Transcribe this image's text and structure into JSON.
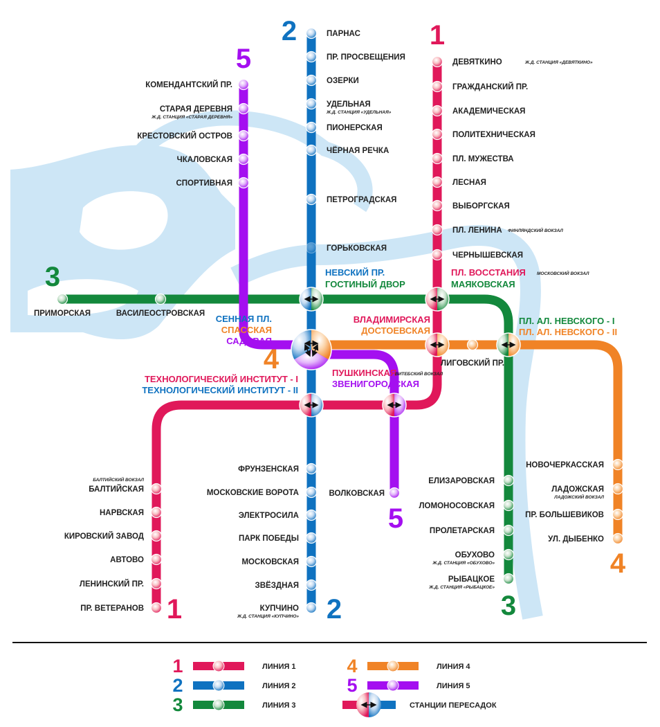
{
  "colors": {
    "line1": "#e0185a",
    "line2": "#0f72c0",
    "line3": "#13883c",
    "line4": "#f08326",
    "line5": "#a40ff0",
    "river": "#cde6f6"
  },
  "lines": [
    {
      "number": "1",
      "stations_north": [
        {
          "name": "ДЕВЯТКИНО",
          "note": "Ж.Д. СТАНЦИЯ «ДЕВЯТКИНО»"
        },
        {
          "name": "ГРАЖДАНСКИЙ ПР."
        },
        {
          "name": "АКАДЕМИЧЕСКАЯ"
        },
        {
          "name": "ПОЛИТЕХНИЧЕСКАЯ"
        },
        {
          "name": "ПЛ. МУЖЕСТВА"
        },
        {
          "name": "ЛЕСНАЯ"
        },
        {
          "name": "ВЫБОРГСКАЯ"
        },
        {
          "name": "ПЛ. ЛЕНИНА",
          "note": "ФИНЛЯНДСКИЙ ВОКЗАЛ"
        },
        {
          "name": "ЧЕРНЫШЕВСКАЯ"
        }
      ],
      "stations_south": [
        {
          "name": "БАЛТИЙСКАЯ",
          "note": "БАЛТИЙСКИЙ ВОКЗАЛ"
        },
        {
          "name": "НАРВСКАЯ"
        },
        {
          "name": "КИРОВСКИЙ ЗАВОД"
        },
        {
          "name": "АВТОВО"
        },
        {
          "name": "ЛЕНИНСКИЙ ПР."
        },
        {
          "name": "ПР. ВЕТЕРАНОВ"
        }
      ]
    },
    {
      "number": "2",
      "stations_north": [
        {
          "name": "ПАРНАС"
        },
        {
          "name": "ПР. ПРОСВЕЩЕНИЯ"
        },
        {
          "name": "ОЗЕРКИ"
        },
        {
          "name": "УДЕЛЬНАЯ",
          "note": "Ж.Д. СТАНЦИЯ «УДЕЛЬНАЯ»"
        },
        {
          "name": "ПИОНЕРСКАЯ"
        },
        {
          "name": "ЧЁРНАЯ РЕЧКА"
        },
        {
          "name": "ПЕТРОГРАДСКАЯ"
        },
        {
          "name": "ГОРЬКОВСКАЯ",
          "closed": true
        }
      ],
      "stations_south": [
        {
          "name": "ФРУНЗЕНСКАЯ"
        },
        {
          "name": "МОСКОВСКИЕ ВОРОТА"
        },
        {
          "name": "ЭЛЕКТРОСИЛА"
        },
        {
          "name": "ПАРК ПОБЕДЫ"
        },
        {
          "name": "МОСКОВСКАЯ"
        },
        {
          "name": "ЗВЁЗДНАЯ"
        },
        {
          "name": "КУПЧИНО",
          "note": "Ж.Д. СТАНЦИЯ «КУПЧИНО»"
        }
      ]
    },
    {
      "number": "3",
      "stations_north": [
        {
          "name": "ПРИМОРСКАЯ"
        },
        {
          "name": "ВАСИЛЕОСТРОВСКАЯ"
        }
      ],
      "stations_south": [
        {
          "name": "ЕЛИЗАРОВСКАЯ"
        },
        {
          "name": "ЛОМОНОСОВСКАЯ"
        },
        {
          "name": "ПРОЛЕТАРСКАЯ"
        },
        {
          "name": "ОБУХОВО",
          "note": "Ж.Д. СТАНЦИЯ «ОБУХОВО»"
        },
        {
          "name": "РЫБАЦКОЕ",
          "note": "Ж.Д. СТАНЦИЯ «РЫБАЦКОЕ»"
        }
      ]
    },
    {
      "number": "4",
      "stations_north": [
        {
          "name": "ЛИГОВСКИЙ ПР."
        }
      ],
      "stations_south": [
        {
          "name": "НОВОЧЕРКАССКАЯ"
        },
        {
          "name": "ЛАДОЖСКАЯ",
          "note": "ЛАДОЖСКИЙ ВОКЗАЛ"
        },
        {
          "name": "ПР. БОЛЬШЕВИКОВ"
        },
        {
          "name": "УЛ. ДЫБЕНКО"
        }
      ]
    },
    {
      "number": "5",
      "stations_north": [
        {
          "name": "КОМЕНДАНТСКИЙ ПР."
        },
        {
          "name": "СТАРАЯ ДЕРЕВНЯ",
          "note": "Ж.Д. СТАНЦИЯ «СТАРАЯ ДЕРЕВНЯ»"
        },
        {
          "name": "КРЕСТОВСКИЙ ОСТРОВ"
        },
        {
          "name": "ЧКАЛОВСКАЯ"
        },
        {
          "name": "СПОРТИВНАЯ"
        }
      ],
      "stations_south": [
        {
          "name": "ВОЛКОВСКАЯ"
        }
      ]
    }
  ],
  "transfers": [
    {
      "id": "nevsky",
      "names": [
        {
          "text": "НЕВСКИЙ ПР.",
          "line": 2
        },
        {
          "text": "ГОСТИНЫЙ ДВОР",
          "line": 3
        }
      ]
    },
    {
      "id": "vosstaniya",
      "names": [
        {
          "text": "ПЛ. ВОССТАНИЯ",
          "line": 1
        },
        {
          "text": "МАЯКОВСКАЯ",
          "line": 3
        }
      ],
      "note": "МОСКОВСКИЙ ВОКЗАЛ"
    },
    {
      "id": "sennaya",
      "names": [
        {
          "text": "СЕННАЯ ПЛ.",
          "line": 2
        },
        {
          "text": "СПАССКАЯ",
          "line": 4
        },
        {
          "text": "САДОВАЯ",
          "line": 5
        }
      ]
    },
    {
      "id": "vladimirskaya",
      "names": [
        {
          "text": "ВЛАДИМИРСКАЯ",
          "line": 1
        },
        {
          "text": "ДОСТОЕВСКАЯ",
          "line": 4
        }
      ]
    },
    {
      "id": "nevskogo",
      "names": [
        {
          "text": "ПЛ. АЛ. НЕВСКОГО - I",
          "line": 3
        },
        {
          "text": "ПЛ. АЛ. НЕВСКОГО - II",
          "line": 4
        }
      ]
    },
    {
      "id": "pushkinskaya",
      "names": [
        {
          "text": "ПУШКИНСКАЯ",
          "line": 1
        },
        {
          "text": "ЗВЕНИГОРОДСКАЯ",
          "line": 5
        }
      ],
      "note": "ВИТЕБСКИЙ ВОКЗАЛ"
    },
    {
      "id": "tekhnolog",
      "names": [
        {
          "text": "ТЕХНОЛОГИЧЕСКИЙ ИНСТИТУТ - I",
          "line": 1
        },
        {
          "text": "ТЕХНОЛОГИЧЕСКИЙ ИНСТИТУТ - II",
          "line": 2
        }
      ]
    }
  ],
  "legend": {
    "items": [
      {
        "number": "1",
        "label": "ЛИНИЯ 1"
      },
      {
        "number": "2",
        "label": "ЛИНИЯ 2"
      },
      {
        "number": "3",
        "label": "ЛИНИЯ 3"
      },
      {
        "number": "4",
        "label": "ЛИНИЯ 4"
      },
      {
        "number": "5",
        "label": "ЛИНИЯ 5"
      }
    ],
    "transfer_label": "СТАНЦИИ ПЕРЕСАДОК"
  }
}
